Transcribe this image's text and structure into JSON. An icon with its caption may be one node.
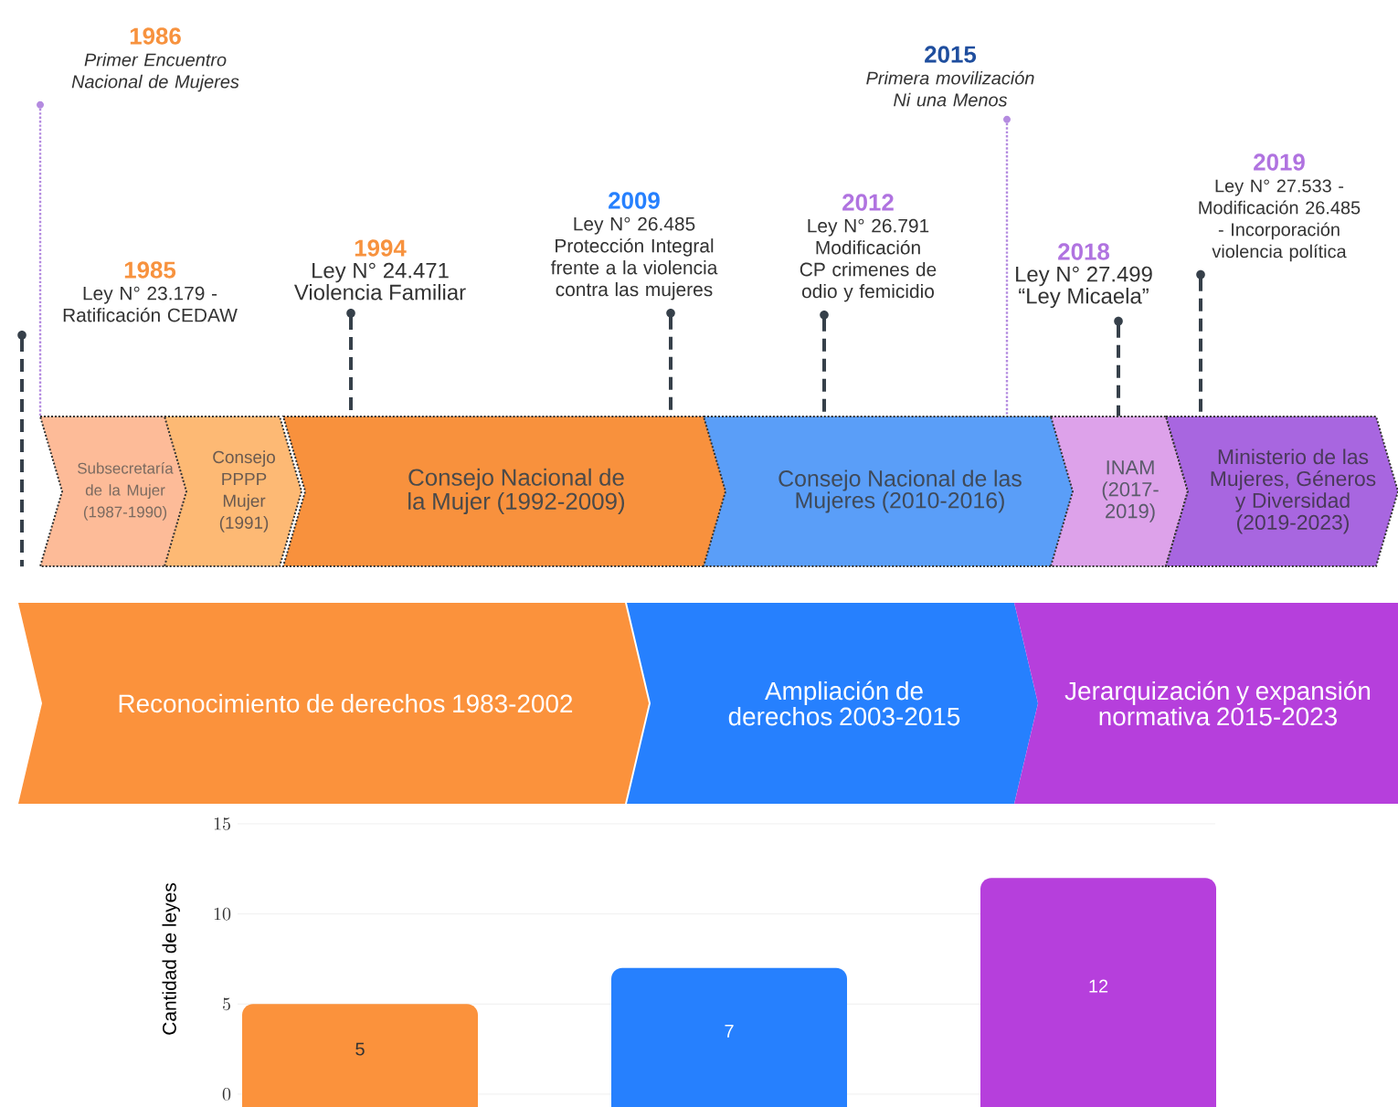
{
  "diagram": {
    "nodes": [
      {
        "text": [
          "1986",
          "Primer Encuentro Nacional de Mujeres"
        ]
      },
      {
        "text": [
          "1985",
          "Ley N° 23.179 - Ratificación CEDAW"
        ]
      },
      {
        "text": [
          "1994",
          "Ley N° 24.471 Violencia Familiar"
        ]
      },
      {
        "text": [
          "2009",
          "Ley N° 26.485 Protección Integral frente a la violencia contra las mujeres"
        ]
      },
      {
        "text": [
          "2012",
          "Ley N° 26.791 Modificación CP crimenes de odio y femicidio"
        ]
      },
      {
        "text": [
          "2015",
          "Primera movilización Ni una Menos"
        ]
      },
      {
        "text": [
          "2018",
          "Ley N° 27.499 “Ley Micaela”"
        ]
      },
      {
        "text": [
          "2019",
          "Ley N° 27.533 - Modificación 26.485 - Incorporación violencia política"
        ]
      },
      {
        "text": [
          "Subsecretaría de la Mujer (1987-1990)"
        ]
      },
      {
        "text": [
          "Consejo PPPP Mujer (1991)"
        ]
      },
      {
        "text": [
          "Consejo Nacional de la Mujer (1992-2009)"
        ]
      },
      {
        "text": [
          "Consejo Nacional de las Mujeres (2010-2016)"
        ]
      },
      {
        "text": [
          "INAM (2017-2019)"
        ]
      },
      {
        "text": [
          "Ministerio de las Mujeres, Géneros y Diversidad (2019-2023)"
        ]
      },
      {
        "text": [
          "Reconocimiento de derechos 1983-2002"
        ]
      },
      {
        "text": [
          "Ampliación de derechos 2003-2015"
        ]
      },
      {
        "text": [
          "Jerarquización y expansión normativa 2015-2023"
        ]
      }
    ],
    "edges": [
      {
        "from": 0,
        "to": 8,
        "arrow": "none",
        "color": "#b48be0"
      },
      {
        "from": 1,
        "to": 8,
        "arrow": "none",
        "style": "dashed"
      },
      {
        "from": 2,
        "to": 10,
        "arrow": "none",
        "style": "dashed"
      },
      {
        "from": 3,
        "to": 10,
        "arrow": "none",
        "style": "dashed"
      },
      {
        "from": 4,
        "to": 11,
        "arrow": "none",
        "style": "dashed"
      },
      {
        "from": 5,
        "to": 11,
        "arrow": "none",
        "color": "#b48be0"
      },
      {
        "from": 6,
        "to": 12,
        "arrow": "none",
        "style": "dashed"
      },
      {
        "from": 7,
        "to": 13,
        "arrow": "none",
        "style": "dashed"
      }
    ],
    "chart_data": {
      "type": "bar",
      "ylabel": "Cantidad de leyes",
      "ylim": [
        0,
        15
      ],
      "yticks": [
        0,
        5,
        10,
        15
      ],
      "data_labels": true,
      "series": [
        {
          "color": "#fb923c",
          "values": [
            5,
            null,
            null
          ]
        },
        {
          "color": "#2680fe",
          "values": [
            null,
            7,
            null
          ]
        },
        {
          "color": "#b63fdc",
          "values": [
            null,
            null,
            12
          ]
        }
      ]
    }
  }
}
